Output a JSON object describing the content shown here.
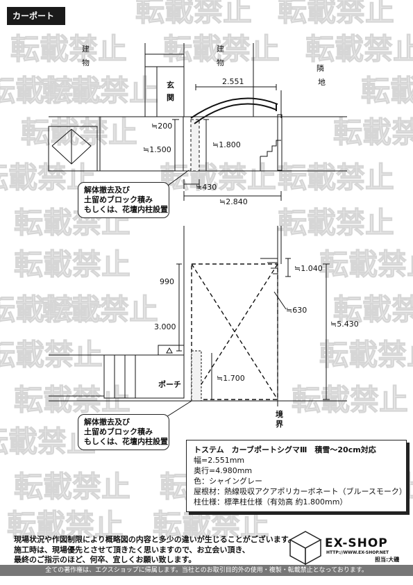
{
  "title": "カーポート",
  "watermark": "転載禁止",
  "labels": {
    "building_left": [
      "建",
      "物"
    ],
    "building_center": [
      "建",
      "物"
    ],
    "entrance": [
      "玄",
      "関"
    ],
    "neighbor": [
      "隣",
      "地"
    ],
    "porch": "ポーチ",
    "boundary": [
      "境",
      "界"
    ]
  },
  "dimensions": {
    "elevation": {
      "width": "2.551",
      "gap_top": "≒200",
      "height_left": "≒1.500",
      "height_post": "≒1.800",
      "offset": "≒430",
      "total": "≒2.840"
    },
    "plan": {
      "top_gap": "990",
      "left_len": "3.000",
      "right_top": "≒1.040",
      "eave": "≒630",
      "depth": "≒5.430",
      "width": "≒1.700"
    }
  },
  "callout_1": [
    "解体撤去及び",
    "土留めブロック積み",
    "もしくは、花壇内柱設置"
  ],
  "callout_2": [
    "解体撤去及び",
    "土留めブロック積み",
    "もしくは、花壇内柱設置"
  ],
  "spec": {
    "title": "トステム　カーブポートシグマⅢ　積雪～20cm対応",
    "lines": [
      "幅=2.551mm",
      "奥行=4.980mm",
      "色：シャイングレー",
      "屋根材：熱線吸収アクアポリカーボネート（ブルースモーク）",
      "柱仕様：標準柱仕様（有効高 約1.800mm）"
    ]
  },
  "notes": [
    "現場状況や作図制限により概略図の内容と多少の違いが生じることがございます。",
    "施工時は、現場優先とさせて頂きたく思いますので、お立会い頂き、",
    "最終のご指示のほど、何卒、宜しくお願い致します。"
  ],
  "logo": {
    "name": "EX-SHOP",
    "url": "HTTP://WWW.EX-SHOP.NET",
    "staff": "担当:大磯"
  },
  "footer": "全ての著作権は、エクスショップに帰属します。当社とのお取引目的外の使用・複製・転載禁止となっております。"
}
